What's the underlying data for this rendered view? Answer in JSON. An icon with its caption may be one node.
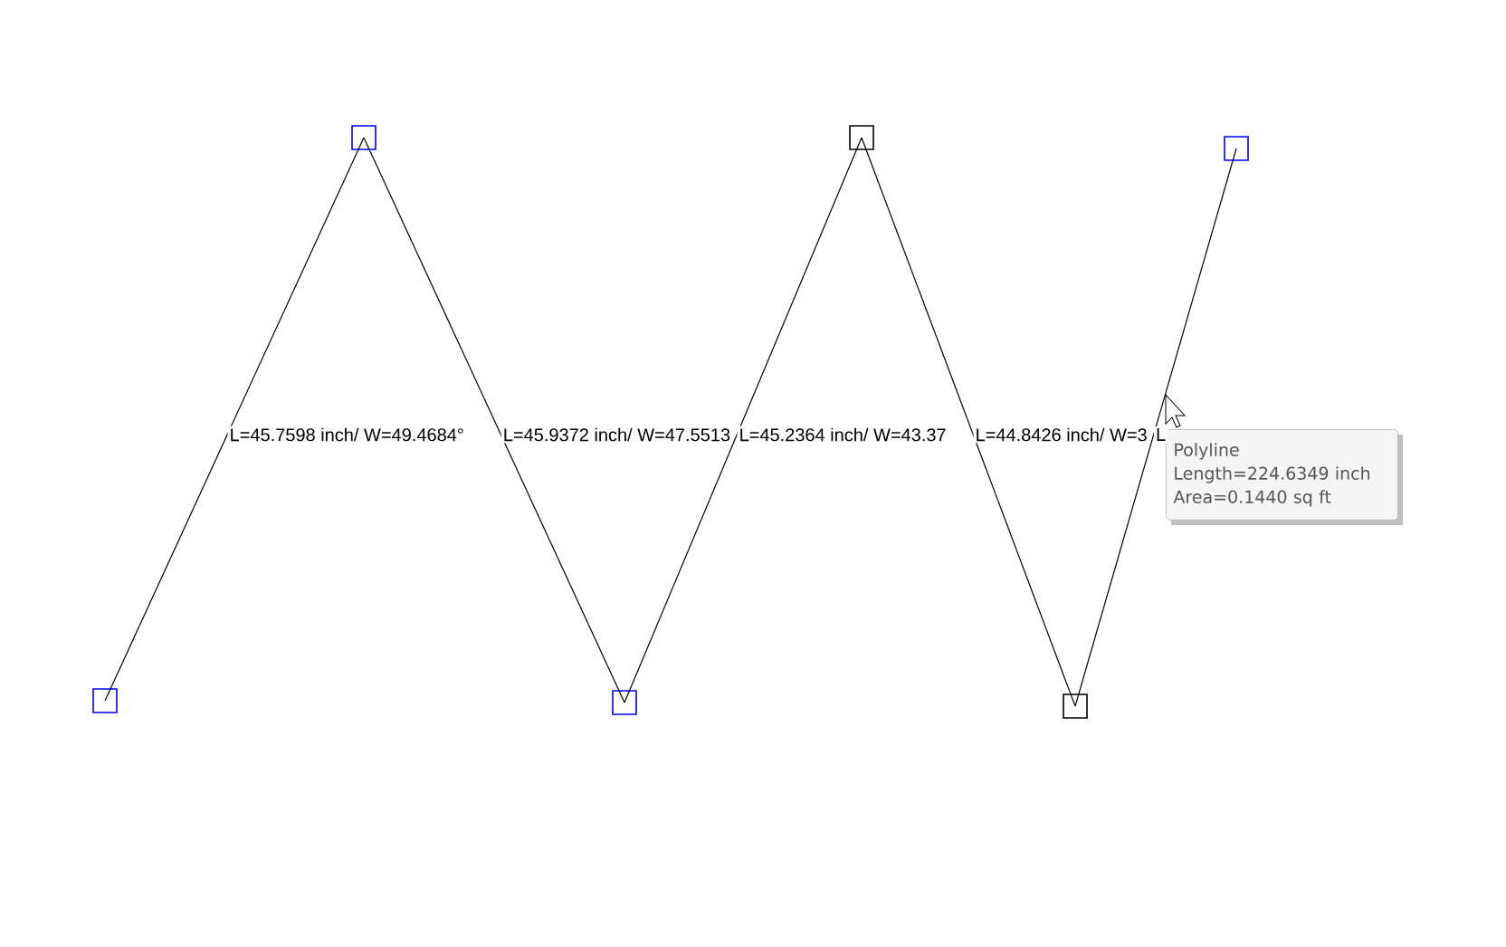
{
  "diagram": {
    "nodes": [
      {
        "text": [],
        "shape": "box"
      },
      {
        "text": [],
        "shape": "box"
      },
      {
        "text": [],
        "shape": "box"
      },
      {
        "text": [],
        "shape": "box"
      },
      {
        "text": [],
        "shape": "box"
      },
      {
        "text": [],
        "shape": "box"
      },
      {
        "text": [
          "Polyline",
          "Length=224.6349 inch",
          "Area=0.1440 sq ft"
        ]
      }
    ],
    "edges": [
      {
        "from": 0,
        "to": 1,
        "arrow": "none",
        "label": "L=45.7598 inch/ W=49.4684°"
      },
      {
        "from": 1,
        "to": 2,
        "arrow": "none",
        "label": "L=45.9372 inch/ W=47.5513"
      },
      {
        "from": 2,
        "to": 3,
        "arrow": "none",
        "label": "L=45.2364 inch/ W=43.37"
      },
      {
        "from": 3,
        "to": 4,
        "arrow": "none",
        "label": "L=44.8426 inch/ W=3"
      },
      {
        "from": 4,
        "to": 5,
        "arrow": "none",
        "label": "L"
      }
    ]
  }
}
